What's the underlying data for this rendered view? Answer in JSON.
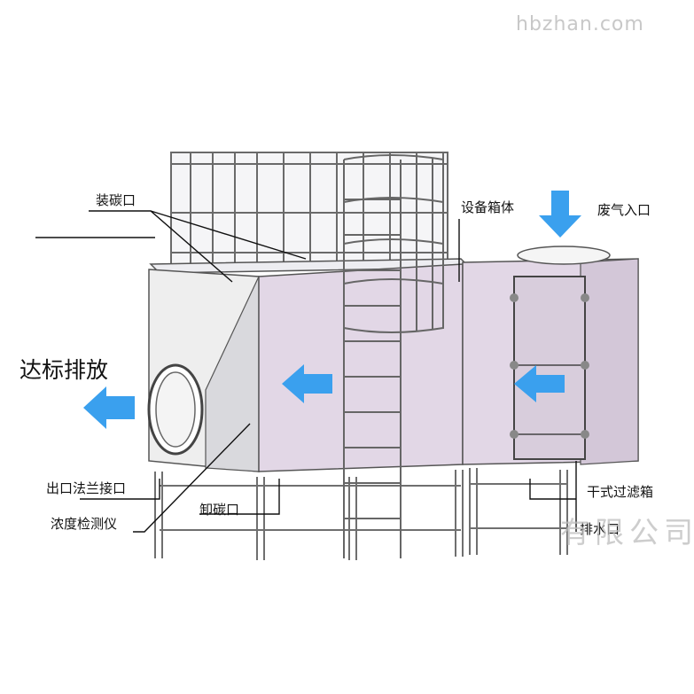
{
  "watermark": "hbzhan.com",
  "company_watermark": "有限公司",
  "flow_arrow_color": "#3aa0ee",
  "box_face_color": "#e2d7e6",
  "labels": {
    "carbon_loading_port": "装碳口",
    "equipment_box": "设备箱体",
    "exhaust_inlet": "废气入口",
    "discharge": "达标排放",
    "outlet_flange": "出口法兰接口",
    "carbon_unloading_port": "卸碳口",
    "concentration_detector": "浓度检测仪",
    "dry_filter_box": "干式过滤箱",
    "drain_outlet": "排水口"
  },
  "icons": [
    "flow-arrow-down-icon",
    "flow-arrow-left-icon"
  ]
}
